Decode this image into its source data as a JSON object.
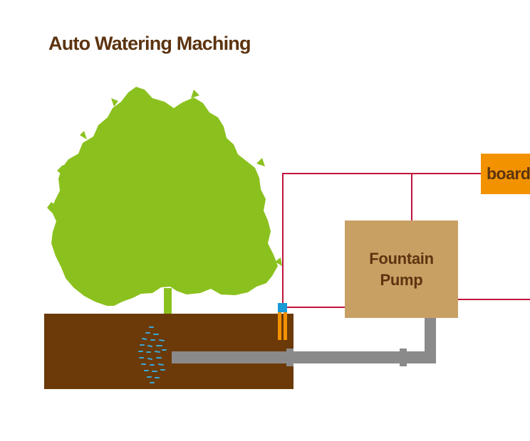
{
  "title": "Auto Watering Maching",
  "components": {
    "pump_label_line1": "Fountain",
    "pump_label_line2": "Pump",
    "board_label": "board"
  },
  "colors": {
    "title_text": "#5c3410",
    "label_text": "#5c3410",
    "soil": "#6b3a08",
    "tree": "#8bc11e",
    "pump_box": "#c9a064",
    "board_box": "#f39200",
    "wire": "#c0143c",
    "pipe": "#8a8a8a",
    "sensor_top": "#1a9ad6",
    "sensor_probe": "#f39200",
    "water": "#3aa8d8"
  }
}
